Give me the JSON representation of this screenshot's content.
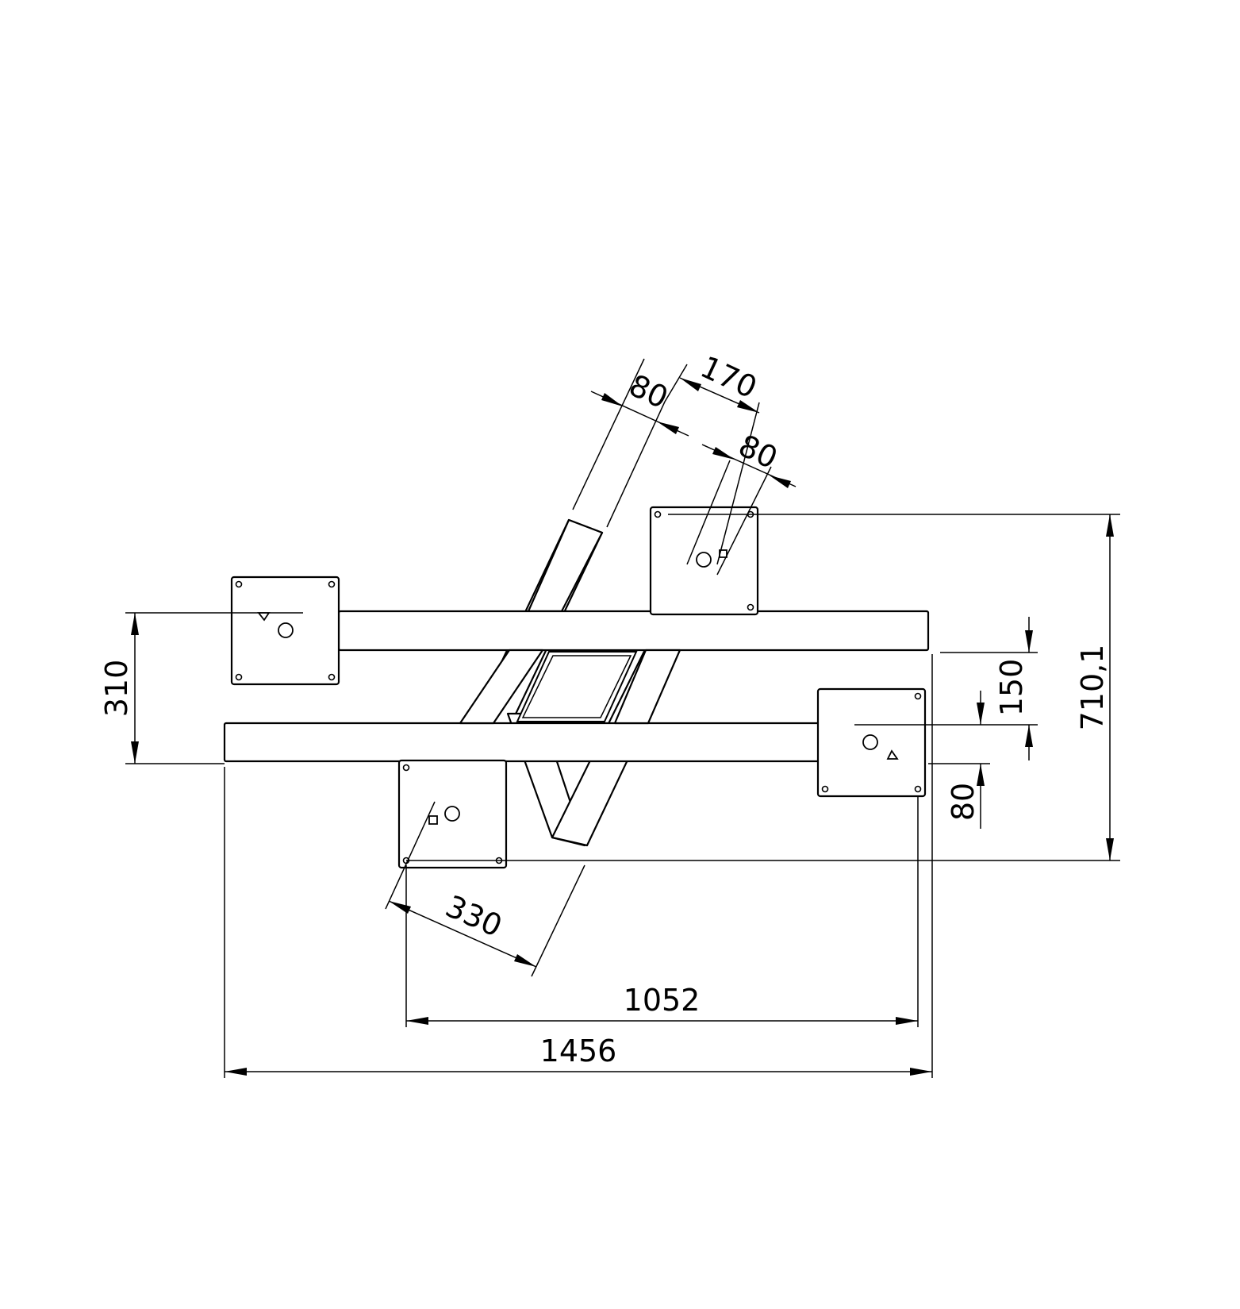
{
  "drawing": {
    "dimensions": {
      "overall_width": "1456",
      "mount_span": "1052",
      "overall_height": "710,1",
      "bar_offset": "310",
      "bar_gap": "150",
      "bar_width": "80",
      "diagonal_width_left": "80",
      "diagonal_spacing": "170",
      "diagonal_width_right": "80",
      "plate_offset": "330"
    }
  }
}
